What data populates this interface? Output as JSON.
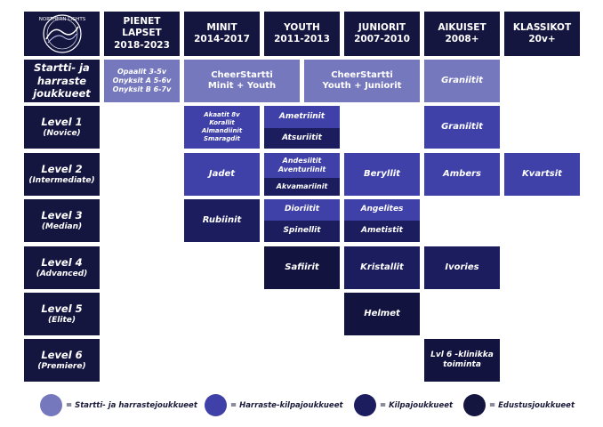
{
  "logo": {
    "brand_text": "NORTHERN LIGHTS"
  },
  "columns": [
    {
      "line1": "PIENET",
      "line2": "LAPSET",
      "line3": "2018-2023"
    },
    {
      "line1": "MINIT",
      "line2": "2014-2017"
    },
    {
      "line1": "YOUTH",
      "line2": "2011-2013"
    },
    {
      "line1": "JUNIORIT",
      "line2": "2007-2010"
    },
    {
      "line1": "AIKUISET",
      "line2": "2008+"
    },
    {
      "line1": "KLASSIKOT",
      "line2": "20v+"
    }
  ],
  "levels": [
    {
      "name": "Startti- ja",
      "name2": "harraste",
      "name3": "joukkueet"
    },
    {
      "name": "Level 1",
      "sub": "(Novice)"
    },
    {
      "name": "Level 2",
      "sub": "(Intermediate)"
    },
    {
      "name": "Level 3",
      "sub": "(Median)"
    },
    {
      "name": "Level 4",
      "sub": "(Advanced)"
    },
    {
      "name": "Level 5",
      "sub": "(Elite)"
    },
    {
      "name": "Level 6",
      "sub": "(Premiere)"
    }
  ],
  "teams": {
    "r0_pienet": [
      "Opaalit 3-5v",
      "Onyksit A 5-6v",
      "Onyksit B 6-7v"
    ],
    "r0_cheer_minit": [
      "CheerStartti",
      "Minit + Youth"
    ],
    "r0_cheer_youth": [
      "CheerStartti",
      "Youth + Juniorit"
    ],
    "r0_aikuiset": "Graniitit",
    "r1_minit": [
      "Akaatit 8v",
      "Korallit",
      "Almandiinit",
      "Smaragdit"
    ],
    "r1_youth_top": "Ametriinit",
    "r1_youth_bottom": "Atsuriitit",
    "r1_aikuiset": "Graniitit",
    "r2_minit": "Jadet",
    "r2_youth_top": [
      "Andesiitit",
      "Aventuriinit"
    ],
    "r2_youth_bottom": "Akvamariinit",
    "r2_juniorit": "Beryllit",
    "r2_aikuiset": "Ambers",
    "r2_klassikot": "Kvartsit",
    "r3_minit": "Rubiinit",
    "r3_youth_top": "Dioriitit",
    "r3_youth_bottom": "Spinellit",
    "r3_juniorit_top": "Angelites",
    "r3_juniorit_bottom": "Ametistit",
    "r4_youth": "Safiirit",
    "r4_juniorit": "Kristallit",
    "r4_aikuiset": "Ivories",
    "r5_juniorit": "Helmet",
    "r6_aikuiset": [
      "Lvl 6 -klinikka",
      "toiminta"
    ]
  },
  "legend": [
    {
      "label": "= Startti- ja harrastejoukkueet",
      "color": "#7678be"
    },
    {
      "label": "= Harraste-kilpajoukkueet",
      "color": "#3f40a8"
    },
    {
      "label": "= Kilpajoukkueet",
      "color": "#1c1d5e"
    },
    {
      "label": "= Edustusjoukkueet",
      "color": "#151640"
    }
  ]
}
